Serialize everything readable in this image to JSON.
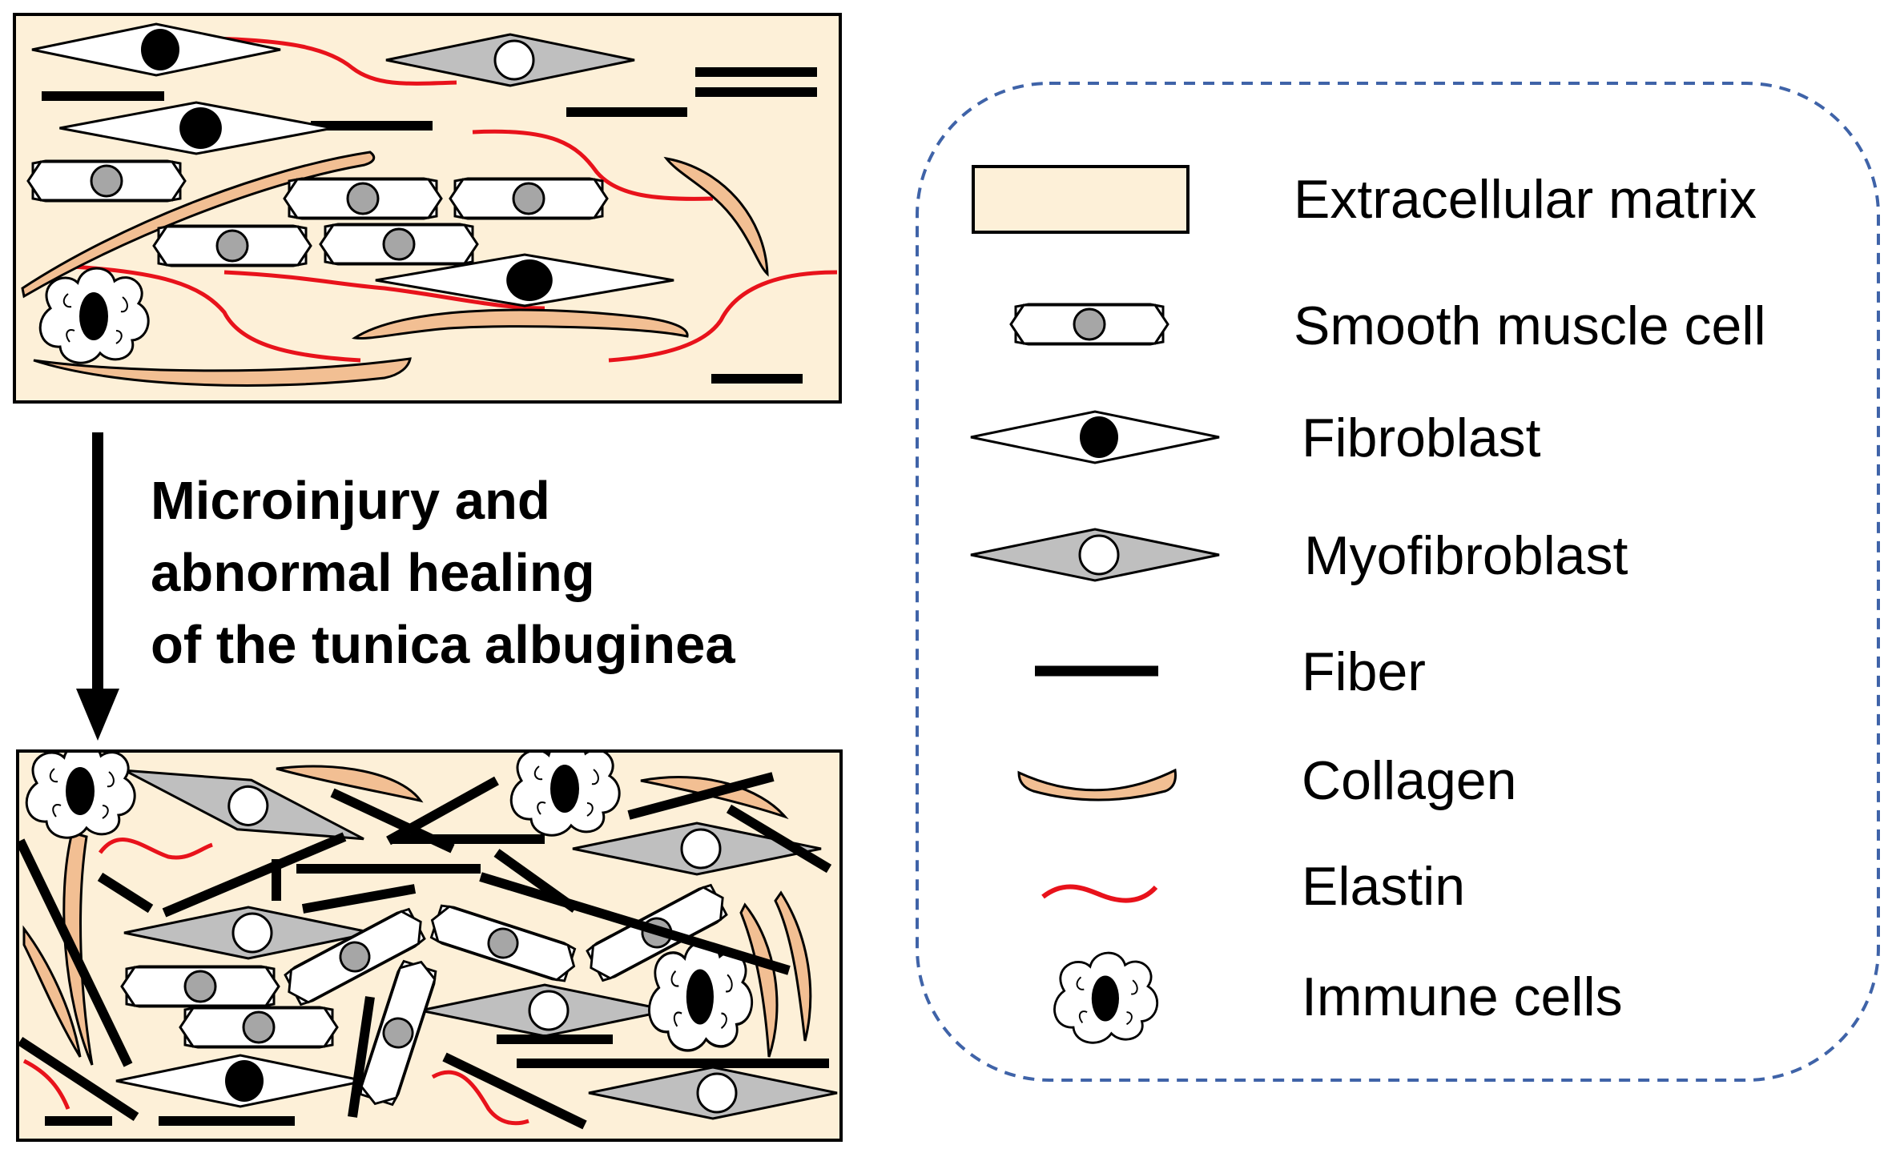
{
  "caption": {
    "lines": [
      "Microinjury and",
      "abnormal healing",
      "of the tunica albuginea"
    ]
  },
  "legend": {
    "items": [
      {
        "icon": "extracellular-matrix-icon",
        "label": "Extracellular matrix"
      },
      {
        "icon": "smooth-muscle-cell-icon",
        "label": "Smooth muscle cell"
      },
      {
        "icon": "fibroblast-icon",
        "label": "Fibroblast"
      },
      {
        "icon": "myofibroblast-icon",
        "label": "Myofibroblast"
      },
      {
        "icon": "fiber-icon",
        "label": "Fiber"
      },
      {
        "icon": "collagen-icon",
        "label": "Collagen"
      },
      {
        "icon": "elastin-icon",
        "label": "Elastin"
      },
      {
        "icon": "immune-cells-icon",
        "label": "Immune cells"
      }
    ]
  },
  "colors": {
    "matrix": "#fdf0d8",
    "collagen": "#f2bf93",
    "elastin": "#e8121b",
    "myofibroblast": "#bfbfbf",
    "nucleus_gray": "#a6a6a6",
    "legend_border": "#3f63a8"
  }
}
